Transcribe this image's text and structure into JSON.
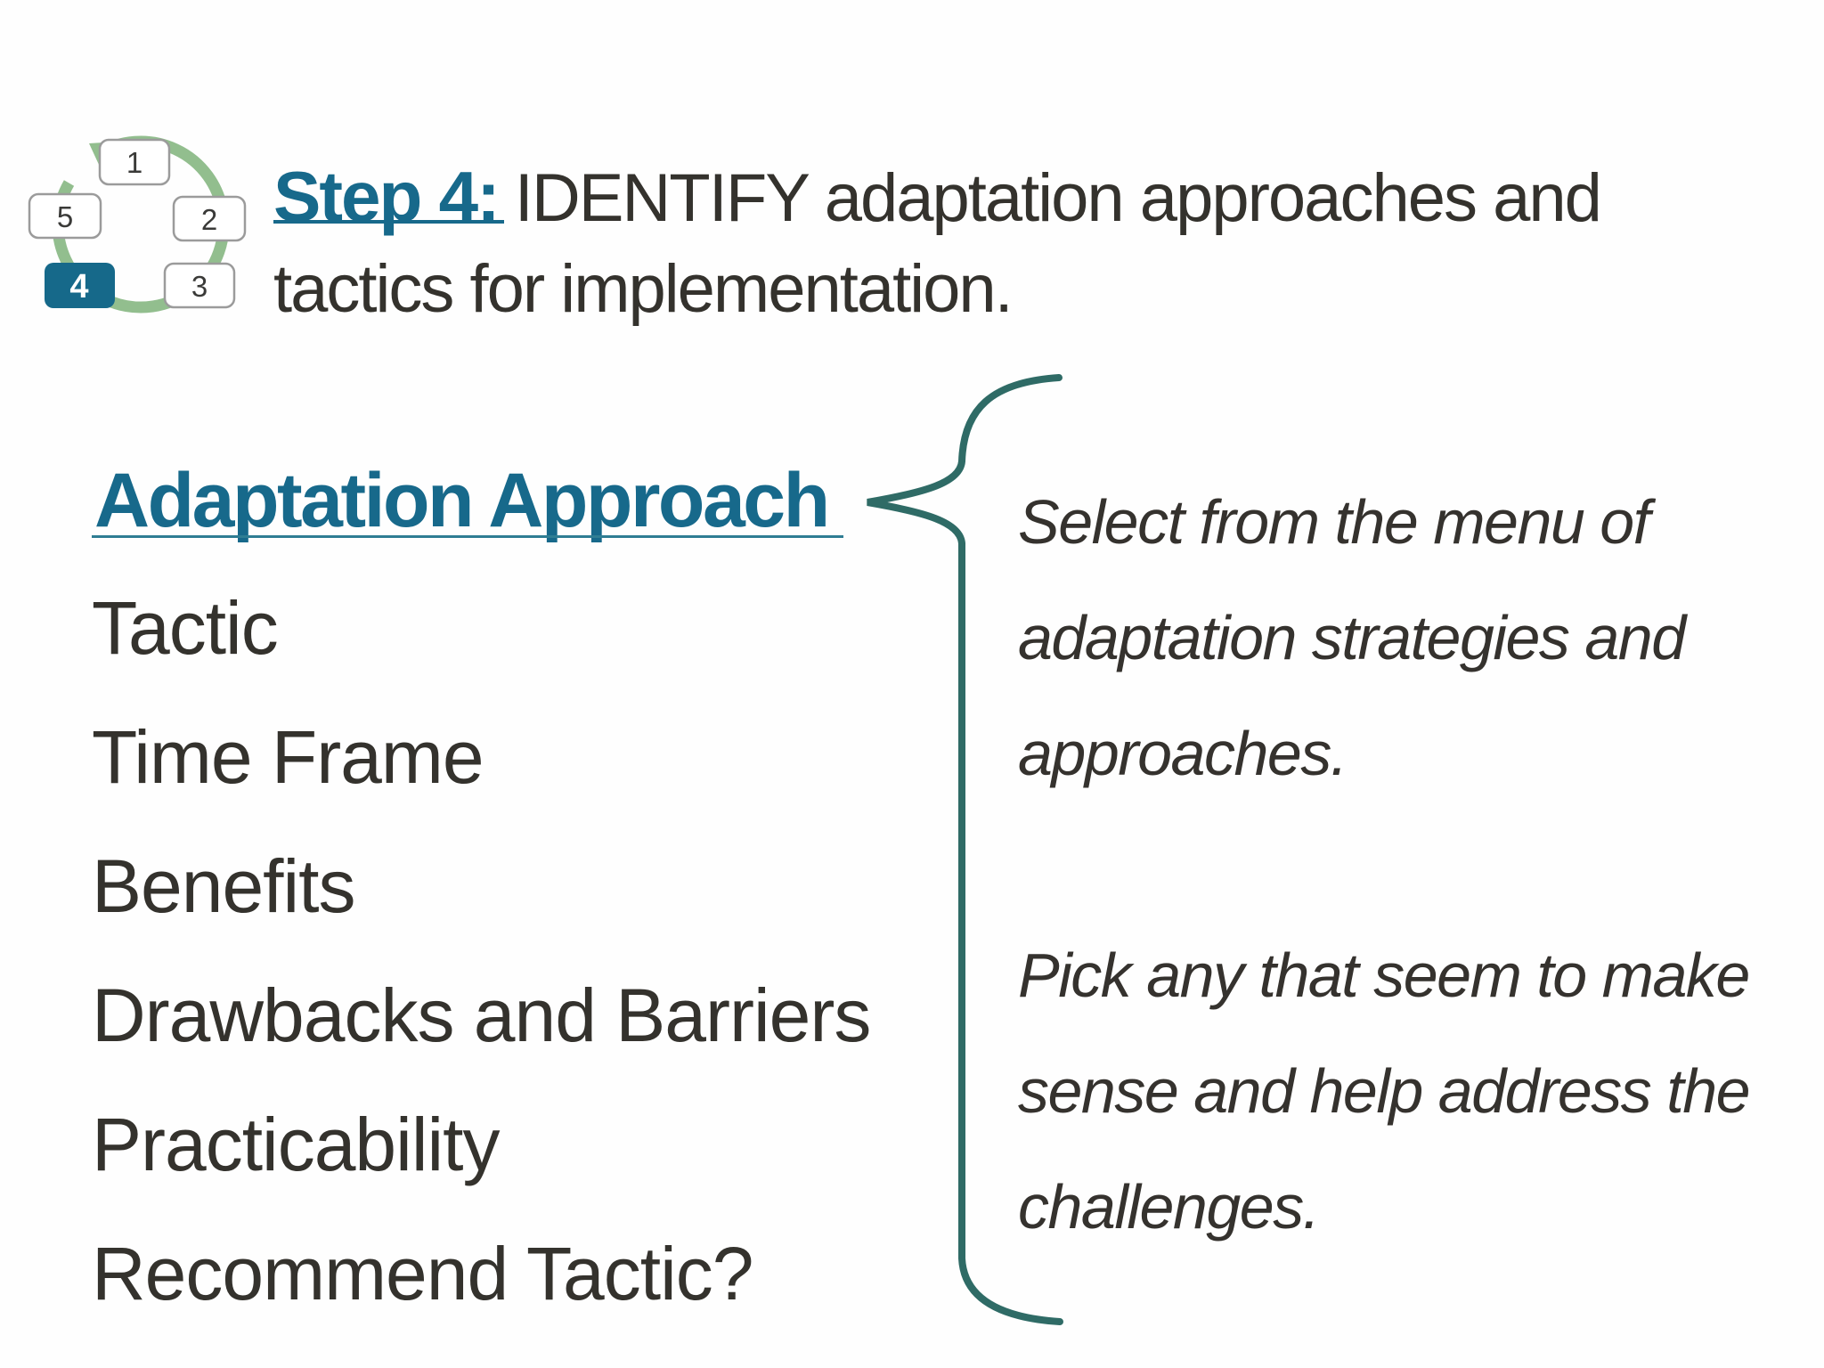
{
  "title": {
    "step_label": "Step 4:",
    "line1_rest": "IDENTIFY adaptation approaches and",
    "line2": "tactics for implementation."
  },
  "diagram": {
    "steps": [
      "1",
      "2",
      "3",
      "4",
      "5"
    ],
    "active_step": "4"
  },
  "fields": {
    "highlighted": "Adaptation Approach",
    "items": [
      "Tactic",
      "Time Frame",
      "Benefits",
      "Drawbacks and Barriers",
      "Practicability",
      "Recommend Tactic?"
    ]
  },
  "callout": {
    "para1_lines": [
      "Select from the menu of",
      "adaptation strategies and",
      "approaches."
    ],
    "para2_lines": [
      "Pick any that seem to make",
      "sense and help address the",
      "challenges."
    ]
  },
  "colors": {
    "accent_teal": "#17698b",
    "active_box_fill": "#16698a",
    "cycle_green": "#92be8e",
    "brace_teal": "#2f6b66",
    "ink": "#34322d",
    "box_border": "#9b9b9b",
    "background": "#fefefe"
  }
}
